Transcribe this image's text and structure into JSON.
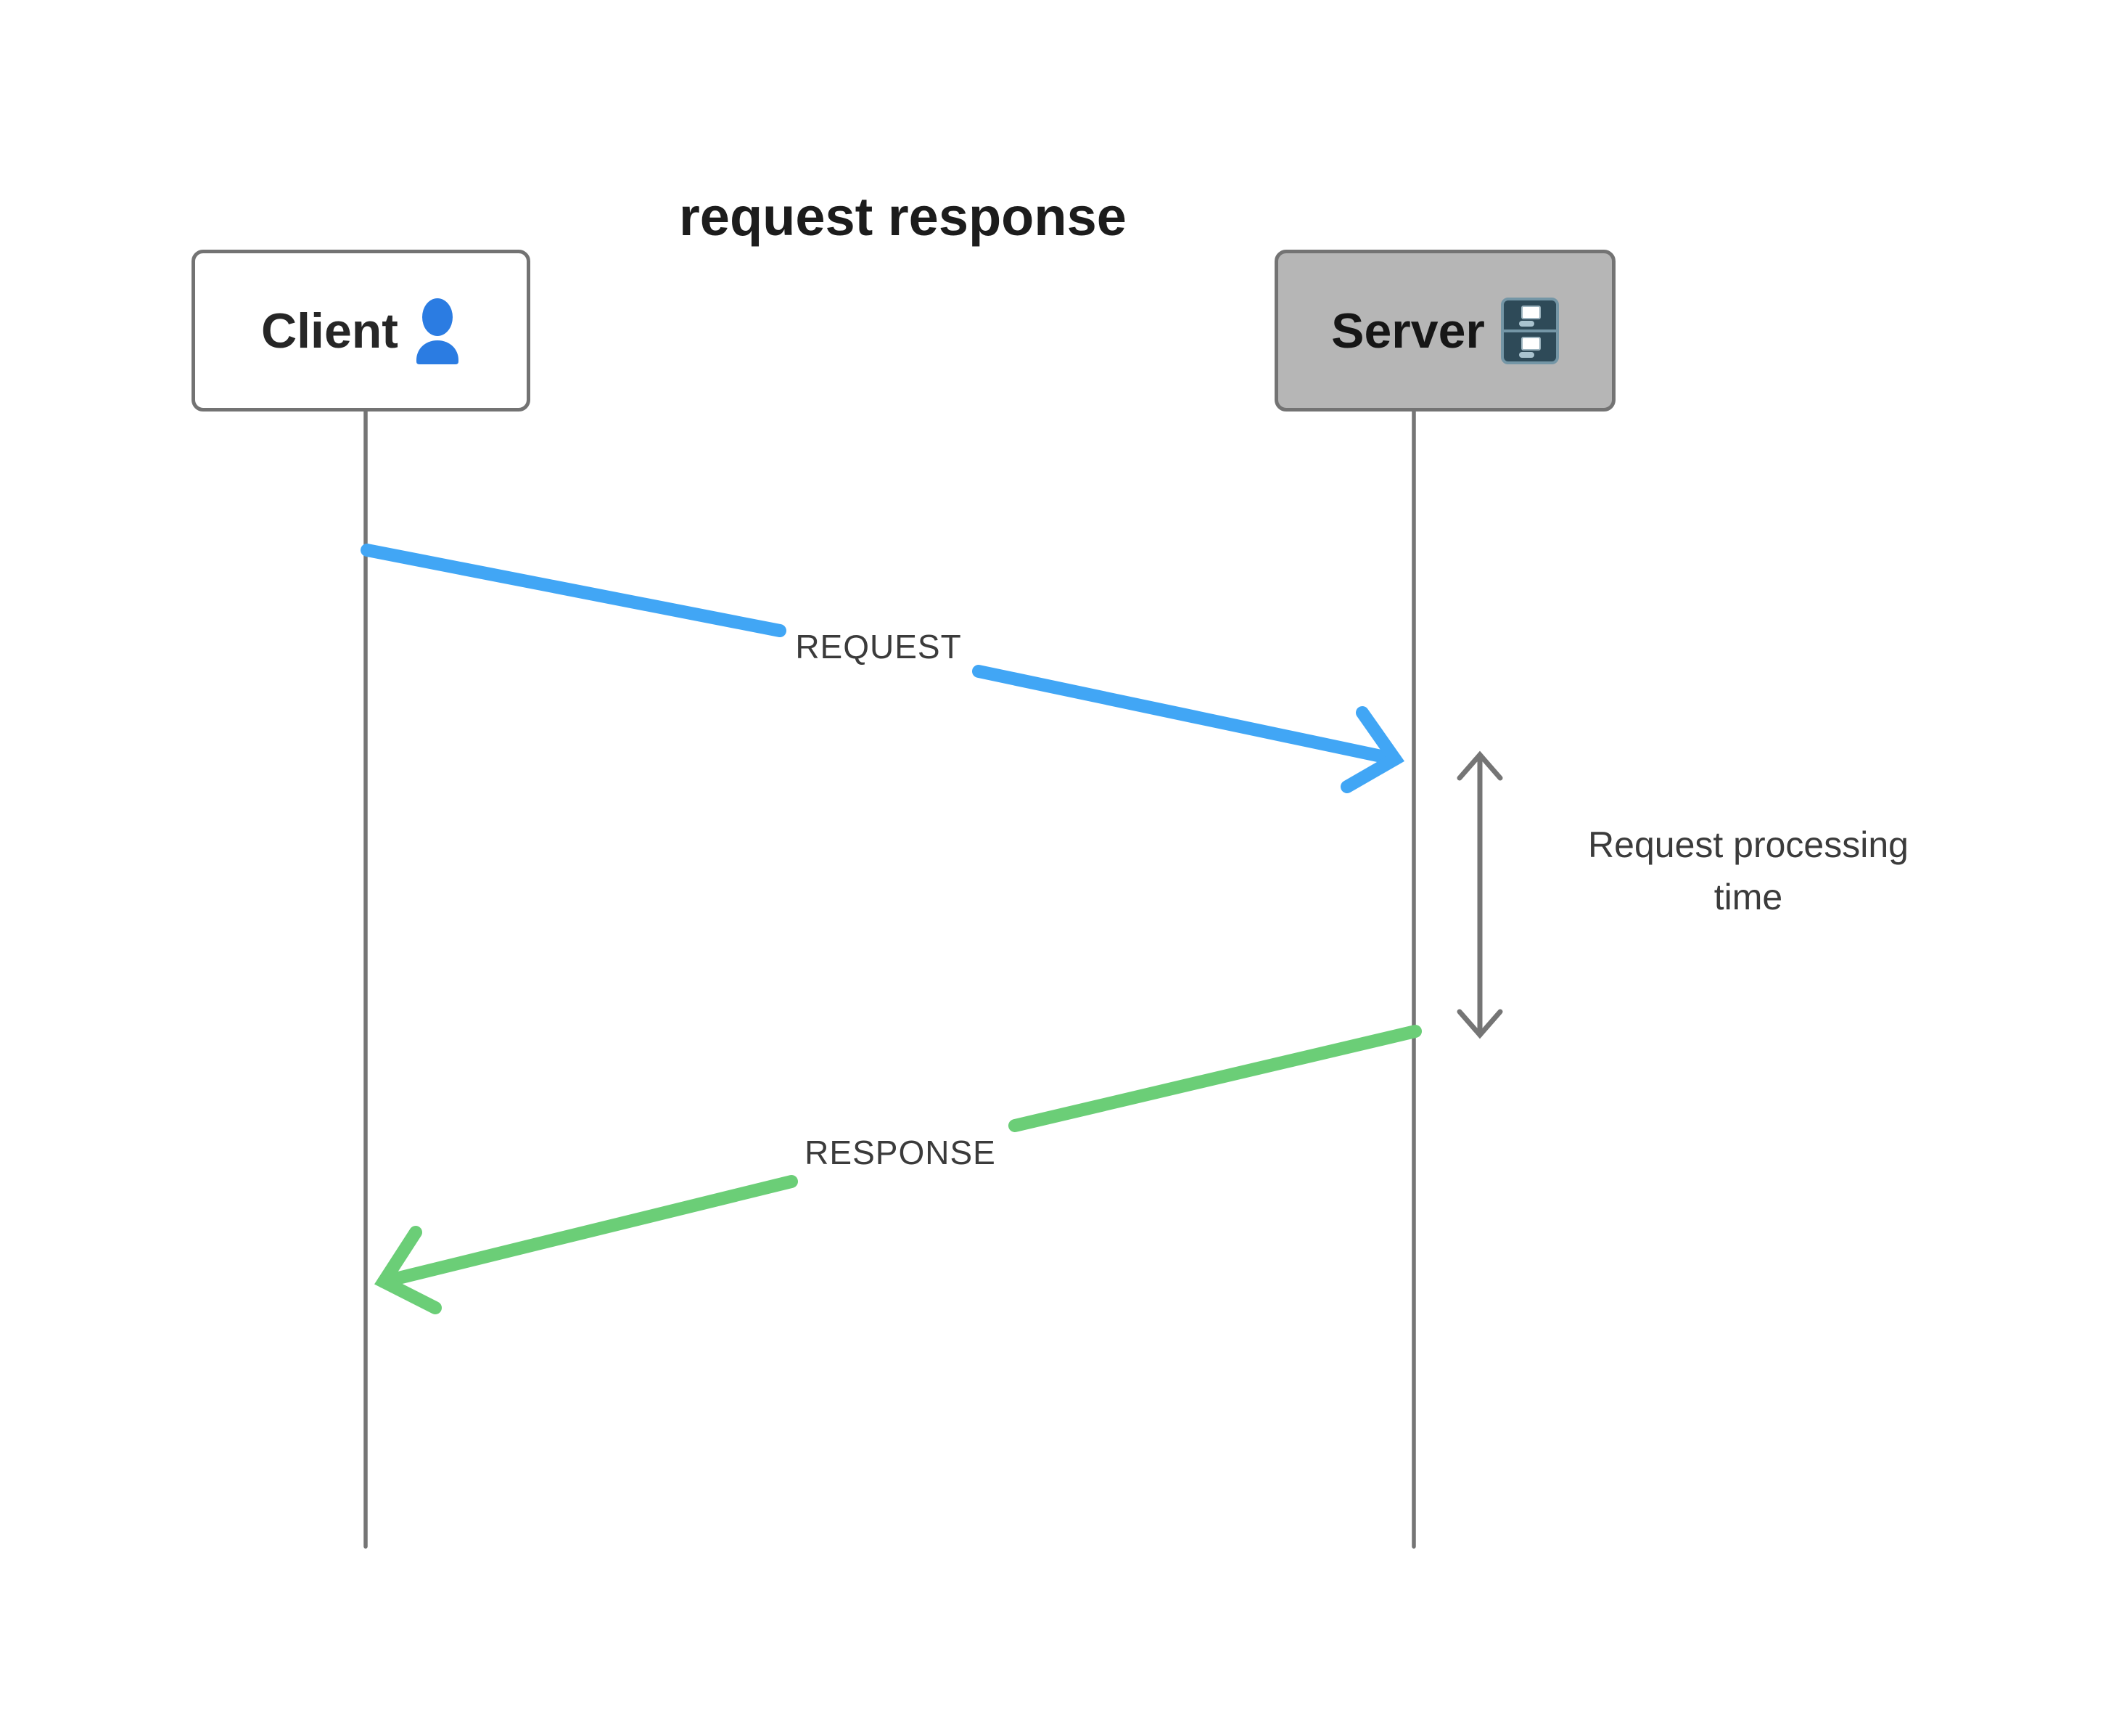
{
  "diagram": {
    "title": "request response",
    "actors": [
      {
        "id": "client",
        "name": "Client",
        "icon": "user-icon"
      },
      {
        "id": "server",
        "name": "Server",
        "icon": "file-cabinet-icon"
      }
    ],
    "messages": [
      {
        "label": "REQUEST",
        "from": "Client",
        "to": "Server",
        "color": "#41a6f5"
      },
      {
        "label": "RESPONSE",
        "from": "Server",
        "to": "Client",
        "color": "#6bce77"
      }
    ],
    "annotation": "Request processing time",
    "colors": {
      "request": "#41a6f5",
      "response": "#6bce77",
      "lifeline": "#757575",
      "annotation_arrow": "#757575",
      "client_box_bg": "#ffffff",
      "server_box_bg": "#b6b6b6",
      "box_border": "#737373",
      "user_icon": "#2b7ce2",
      "cabinet_frame": "#7496a6",
      "cabinet_fill": "#2e4a58",
      "cabinet_handle": "#a9c3cf"
    }
  }
}
